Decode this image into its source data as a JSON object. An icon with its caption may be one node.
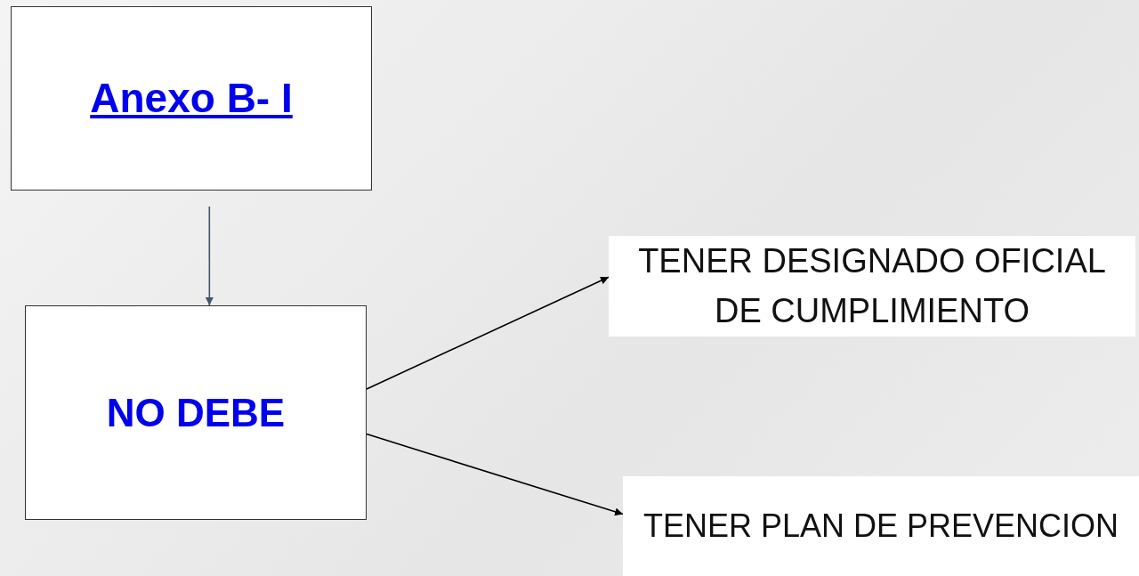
{
  "diagram": {
    "nodes": [
      {
        "text": [
          "Anexo B- I"
        ]
      },
      {
        "text": [
          "NO DEBE"
        ]
      },
      {
        "text": [
          "TENER DESIGNADO OFICIAL DE CUMPLIMIENTO"
        ]
      },
      {
        "text": [
          "TENER PLAN DE PREVENCION"
        ]
      }
    ],
    "edges": [
      {
        "from": 0,
        "to": 1,
        "arrow": "to",
        "color": "#44546a"
      },
      {
        "from": 1,
        "to": 2,
        "arrow": "to"
      },
      {
        "from": 1,
        "to": 3,
        "arrow": "to"
      }
    ]
  }
}
